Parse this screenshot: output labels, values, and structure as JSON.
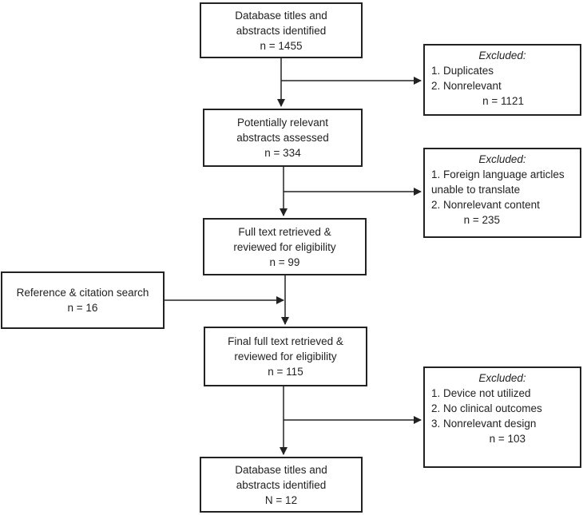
{
  "boxes": {
    "box1": {
      "lines": [
        "Database titles and",
        "abstracts identified",
        "n = 1455"
      ]
    },
    "box2": {
      "lines": [
        "Potentially relevant",
        "abstracts assessed",
        "n = 334"
      ]
    },
    "box3": {
      "lines": [
        "Full text retrieved &",
        "reviewed for eligibility",
        "n = 99"
      ]
    },
    "box4": {
      "lines": [
        "Final full text retrieved &",
        "reviewed for eligibility",
        "n = 115"
      ]
    },
    "box5": {
      "lines": [
        "Database titles and",
        "abstracts identified",
        "N = 12"
      ]
    },
    "ref": {
      "lines": [
        "Reference & citation search",
        "n = 16"
      ]
    }
  },
  "excluded": {
    "ex1": {
      "heading": "Excluded:",
      "items": [
        "1. Duplicates",
        "2. Nonrelevant"
      ],
      "count": "n = 1121"
    },
    "ex2": {
      "heading": "Excluded:",
      "items": [
        "1. Foreign language articles",
        "unable to translate",
        "2. Nonrelevant content"
      ],
      "count": "n = 235"
    },
    "ex3": {
      "heading": "Excluded:",
      "items": [
        "1. Device not utilized",
        "2. No clinical outcomes",
        "3. Nonrelevant design"
      ],
      "count": "n = 103"
    }
  }
}
